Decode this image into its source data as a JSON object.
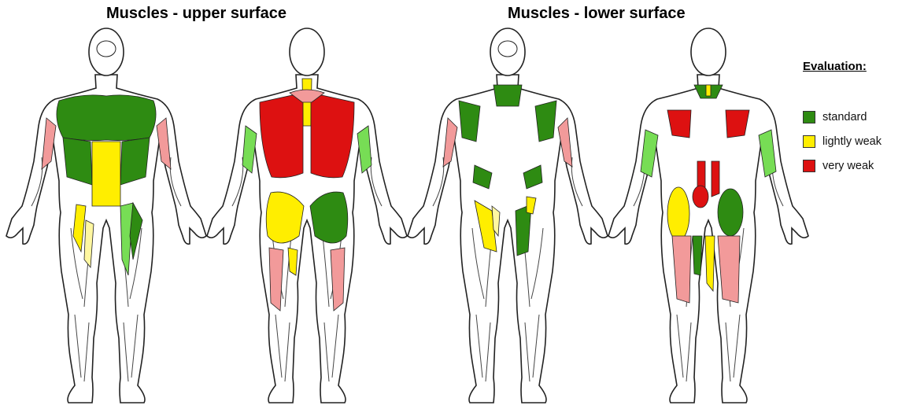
{
  "headings": {
    "upper": "Muscles - upper surface",
    "lower": "Muscles - lower surface"
  },
  "legend": {
    "title": "Evaluation:",
    "items": [
      {
        "label": "standard",
        "color": "#2e8b12"
      },
      {
        "label": "lightly weak",
        "color": "#ffee00"
      },
      {
        "label": "very weak",
        "color": "#dd1111"
      }
    ]
  },
  "colors": {
    "standard": "#2e8b12",
    "standard_light": "#77dd55",
    "lightly_weak": "#ffee00",
    "lightly_weak_pale": "#fff7a0",
    "very_weak": "#dd1111",
    "very_weak_light": "#f29a9a",
    "outline": "#222222"
  },
  "figures": [
    {
      "view": "front",
      "surface": "upper"
    },
    {
      "view": "back",
      "surface": "upper"
    },
    {
      "view": "front",
      "surface": "lower"
    },
    {
      "view": "back",
      "surface": "lower"
    }
  ]
}
